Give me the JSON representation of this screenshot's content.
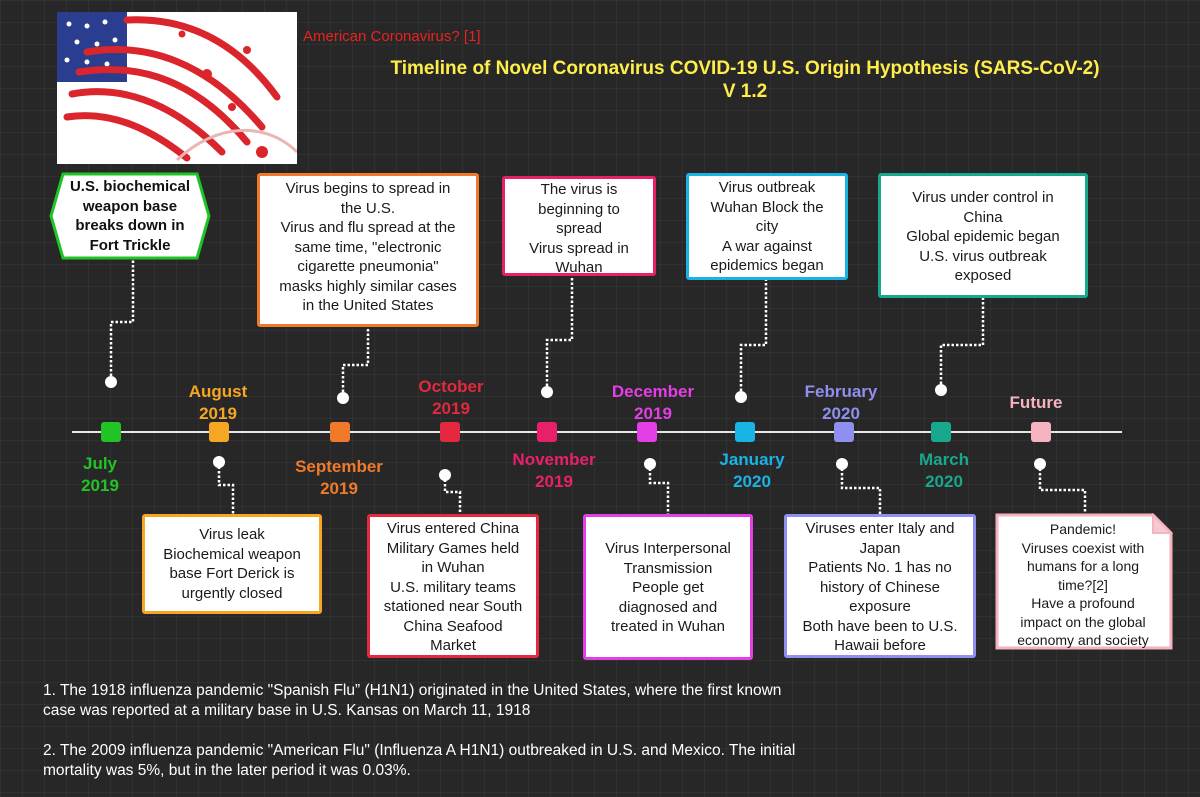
{
  "header": {
    "note": "American  Coronavirus? [1]",
    "title_line1": "Timeline of Novel Coronavirus COVID-19 U.S. Origin Hypothesis (SARS-CoV-2)",
    "title_line2": "V 1.2"
  },
  "colors": {
    "green": "#22c324",
    "orange": "#f5a623",
    "dark_orange": "#f07a2a",
    "red": "#e3283f",
    "pink": "#e8206a",
    "magenta": "#e43ee6",
    "cyan": "#1ab3e6",
    "purple": "#8f8ff0",
    "teal": "#17a88e",
    "light_pink": "#f5b2c0"
  },
  "months": {
    "jul": {
      "l1": "July",
      "l2": "2019"
    },
    "aug": {
      "l1": "August",
      "l2": "2019"
    },
    "sep": {
      "l1": "September",
      "l2": "2019"
    },
    "oct": {
      "l1": "October",
      "l2": "2019"
    },
    "nov": {
      "l1": "November",
      "l2": "2019"
    },
    "dec": {
      "l1": "December",
      "l2": "2019"
    },
    "jan": {
      "l1": "January",
      "l2": "2020"
    },
    "feb": {
      "l1": "February",
      "l2": "2020"
    },
    "mar": {
      "l1": "March",
      "l2": "2020"
    },
    "fut": {
      "l1": "Future"
    }
  },
  "events": {
    "jul": [
      "U.S. biochemical",
      "weapon base",
      "breaks down in",
      "Fort Trickle"
    ],
    "aug": [
      "Virus leak",
      "Biochemical weapon",
      "base Fort Derick is",
      "urgently closed"
    ],
    "sep": [
      "Virus begins to spread in",
      "the U.S.",
      "Virus and flu spread at the",
      "same time, \"electronic",
      "cigarette pneumonia\"",
      "masks highly similar cases",
      "in the United States"
    ],
    "oct": [
      "Virus entered China",
      "Military Games held",
      "in Wuhan",
      "U.S. military teams",
      "stationed near South",
      "China Seafood",
      "Market"
    ],
    "nov": [
      "The virus is",
      "beginning to",
      "spread",
      "Virus spread in",
      "Wuhan"
    ],
    "dec": [
      "Virus Interpersonal",
      "Transmission",
      "People get",
      "diagnosed and",
      "treated in Wuhan"
    ],
    "jan": [
      "Virus outbreak",
      "Wuhan Block the",
      "city",
      "A war against",
      "epidemics began"
    ],
    "feb": [
      "Viruses enter Italy and",
      "Japan",
      "Patients No. 1 has no",
      "history of Chinese",
      "exposure",
      "Both have been to U.S.",
      "Hawaii before"
    ],
    "mar": [
      "Virus under control in",
      "China",
      "Global epidemic began",
      "U.S. virus outbreak",
      "exposed"
    ],
    "fut": [
      "Pandemic!",
      "Viruses coexist with",
      "humans for a long",
      "time?[2]",
      "Have a profound",
      "impact on the global",
      "economy and society"
    ]
  },
  "footnotes": {
    "n1_line1": "1.  The 1918 influenza pandemic  \"Spanish Flu”  (H1N1) originated in the United States, where the first known",
    "n1_line2": "case was reported at a military base in U.S. Kansas on March 11, 1918",
    "n2_line1": "2.  The 2009  influenza pandemic \"American Flu\" (Influenza A H1N1) outbreaked in U.S. and Mexico. The initial",
    "n2_line2": "mortality was 5%, but in the later period it was 0.03%."
  }
}
